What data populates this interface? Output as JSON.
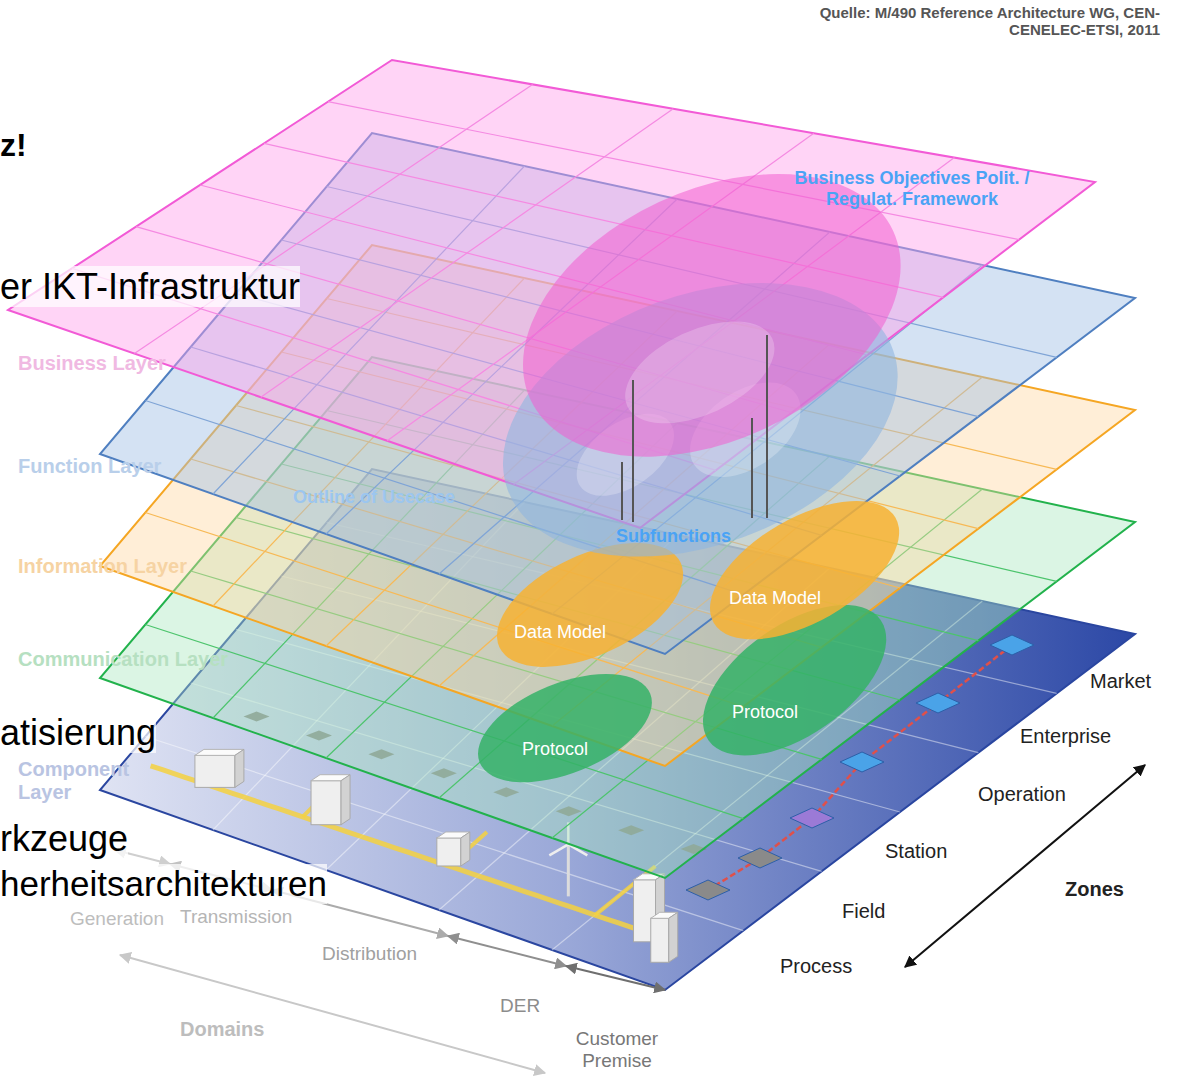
{
  "diagram": {
    "nodes": [
      {
        "text": [
          "Business Objectives Polit. / Regulat. Framework"
        ]
      },
      {
        "text": [
          "Outline of Usecase",
          "Subfunctions"
        ]
      },
      {
        "text": [
          "Data Model"
        ]
      },
      {
        "text": [
          "Data Model"
        ]
      },
      {
        "text": [
          "Protocol"
        ]
      },
      {
        "text": [
          "Protocol"
        ]
      }
    ],
    "labels": [
      "Quelle: M/490 Reference Architecture WG, CEN-CENELEC-ETSI, 2011",
      "z!",
      "er IKT-Infrastruktur",
      "Business Layer",
      "Function Layer",
      "Information Layer",
      "Communication Layer",
      "atisierung",
      "Component Layer",
      "Market",
      "Enterprise",
      "Operation",
      "Station",
      "rkzeuge",
      "herheitsarchitekturen",
      "Generation",
      "Zones",
      "Field",
      "Transmission",
      "Distribution",
      "Process",
      "DER",
      "Domains",
      "Customer Premise"
    ]
  }
}
